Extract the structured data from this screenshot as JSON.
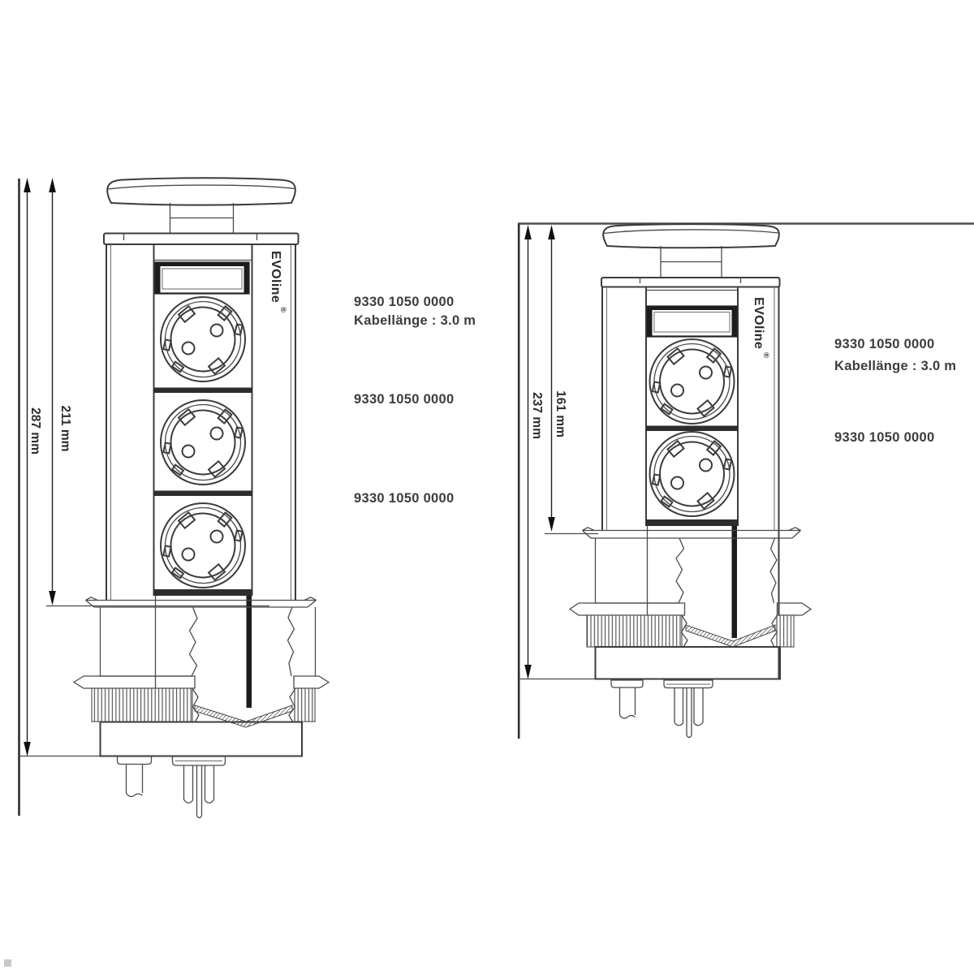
{
  "drawing": {
    "background": "#ffffff",
    "line_color": "#4a4a4a",
    "dark_color": "#1d1d1d",
    "text_color": "#3c3c3c",
    "brand": "EVOline",
    "brand_reg": "®",
    "left_diagram": {
      "height_total": "287 mm",
      "height_above_counter": "211 mm",
      "part_number_top": "9330 1050 0000",
      "cable_length": "Kabellänge : 3.0 m",
      "part_number_middle": "9330 1050 0000",
      "part_number_bottom": "9330 1050 0000"
    },
    "right_diagram": {
      "height_total": "237 mm",
      "height_above_counter": "161 mm",
      "part_number_top": "9330 1050 0000",
      "cable_length": "Kabellänge : 3.0 m",
      "part_number_middle": "9330 1050 0000"
    }
  }
}
